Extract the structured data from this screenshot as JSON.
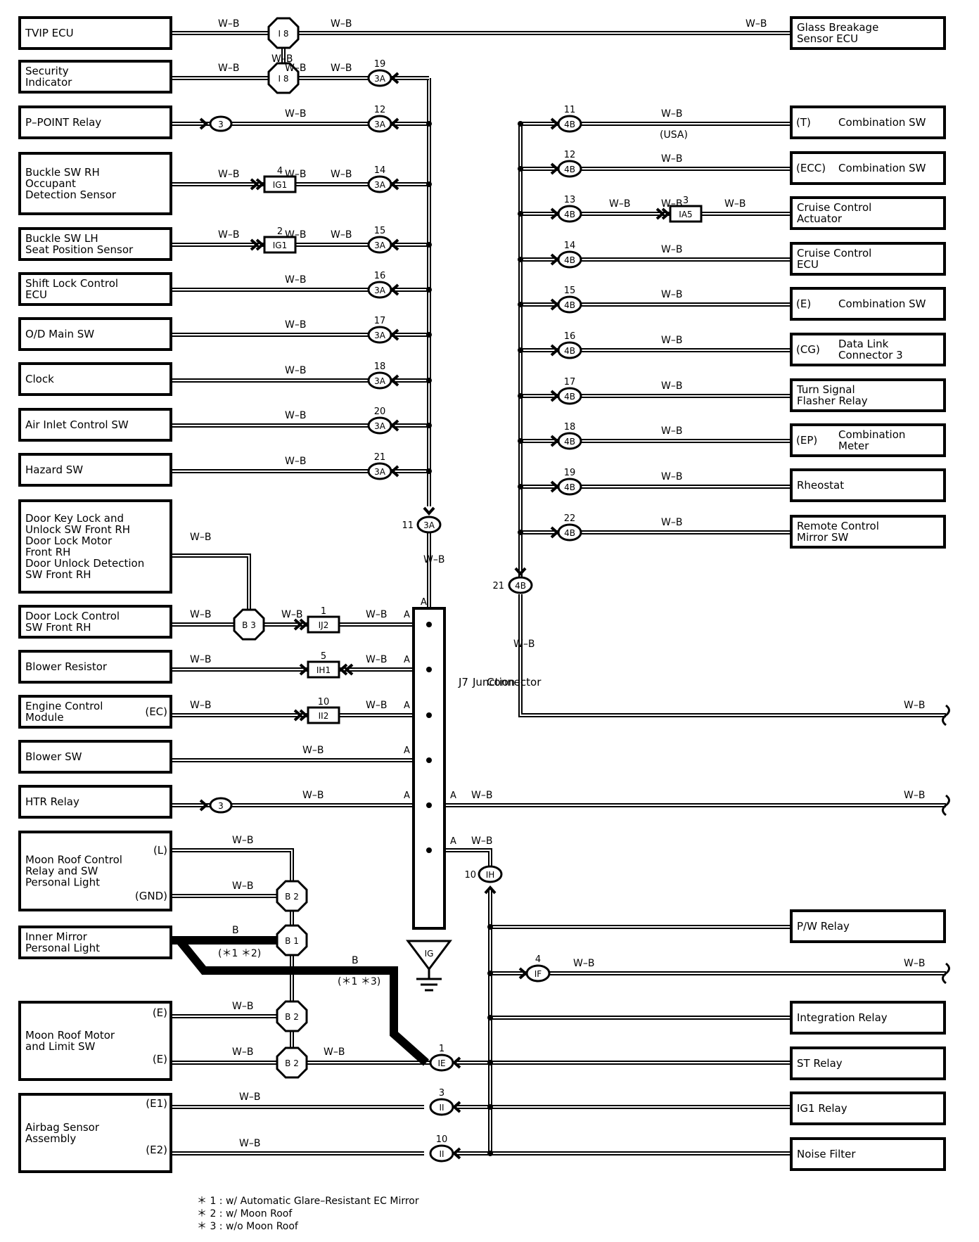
{
  "wire_code": "W–B",
  "ground_wire_code": "B",
  "left_components": [
    {
      "id": "tvip",
      "lines": [
        "TVIP ECU"
      ]
    },
    {
      "id": "security",
      "lines": [
        "Security",
        "Indicator"
      ]
    },
    {
      "id": "ppoint",
      "lines": [
        "P–POINT Relay"
      ]
    },
    {
      "id": "buckle_rh",
      "lines": [
        "Buckle SW RH",
        "Occupant",
        "Detection Sensor"
      ]
    },
    {
      "id": "buckle_lh",
      "lines": [
        "Buckle SW LH",
        "Seat Position Sensor"
      ]
    },
    {
      "id": "shiftlock",
      "lines": [
        "Shift Lock Control",
        "ECU"
      ]
    },
    {
      "id": "odmain",
      "lines": [
        "O/D Main SW"
      ]
    },
    {
      "id": "clock",
      "lines": [
        "Clock"
      ]
    },
    {
      "id": "airinlet",
      "lines": [
        "Air Inlet Control SW"
      ]
    },
    {
      "id": "hazard",
      "lines": [
        "Hazard SW"
      ]
    },
    {
      "id": "doorkey",
      "lines": [
        "Door Key Lock and",
        "Unlock SW Front RH",
        "Door Lock Motor",
        "Front RH",
        "Door Unlock Detection",
        "SW Front RH"
      ]
    },
    {
      "id": "doorlockctrl",
      "lines": [
        "Door Lock Control",
        "SW Front RH"
      ]
    },
    {
      "id": "blowerres",
      "lines": [
        "Blower Resistor"
      ]
    },
    {
      "id": "ecm",
      "lines": [
        "Engine Control",
        "Module"
      ],
      "pin": "(EC)"
    },
    {
      "id": "blowersw",
      "lines": [
        "Blower SW"
      ]
    },
    {
      "id": "htr",
      "lines": [
        "HTR Relay"
      ]
    },
    {
      "id": "moonroofctrl",
      "lines": [
        "Moon Roof Control",
        "Relay and SW",
        "Personal Light"
      ],
      "pins": [
        "(L)",
        "(GND)"
      ]
    },
    {
      "id": "innermirror",
      "lines": [
        "Inner Mirror",
        "Personal Light"
      ]
    },
    {
      "id": "moonroofmotor",
      "lines": [
        "Moon Roof Motor",
        "and Limit SW"
      ],
      "pins": [
        "(E)",
        "(E)"
      ]
    },
    {
      "id": "airbag",
      "lines": [
        "Airbag Sensor",
        "Assembly"
      ],
      "pins": [
        "(E1)",
        "(E2)"
      ]
    }
  ],
  "right_components": [
    {
      "id": "glass",
      "lines": [
        "Glass Breakage",
        "Sensor ECU"
      ]
    },
    {
      "id": "combo_t",
      "pin": "(T)",
      "lines": [
        "Combination SW"
      ]
    },
    {
      "id": "combo_ecc",
      "pin": "(ECC)",
      "lines": [
        "Combination SW"
      ]
    },
    {
      "id": "cruise_act",
      "lines": [
        "Cruise Control",
        "Actuator"
      ]
    },
    {
      "id": "cruise_ecu",
      "lines": [
        "Cruise Control",
        "ECU"
      ]
    },
    {
      "id": "combo_e",
      "pin": "(E)",
      "lines": [
        "Combination SW"
      ]
    },
    {
      "id": "dlc3",
      "pin": "(CG)",
      "lines": [
        "Data Link",
        "Connector 3"
      ]
    },
    {
      "id": "turnsignal",
      "lines": [
        "Turn Signal",
        "Flasher Relay"
      ]
    },
    {
      "id": "combometer",
      "pin": "(EP)",
      "lines": [
        "Combination",
        "Meter"
      ]
    },
    {
      "id": "rheostat",
      "lines": [
        "Rheostat"
      ]
    },
    {
      "id": "remotemirror",
      "lines": [
        "Remote Control",
        "Mirror SW"
      ]
    },
    {
      "id": "pw",
      "lines": [
        "P/W Relay"
      ]
    },
    {
      "id": "integration",
      "lines": [
        "Integration Relay"
      ]
    },
    {
      "id": "st",
      "lines": [
        "ST Relay"
      ]
    },
    {
      "id": "ig1",
      "lines": [
        "IG1 Relay"
      ]
    },
    {
      "id": "noise",
      "lines": [
        "Noise Filter"
      ]
    }
  ],
  "connectors_3A_pins": [
    "19",
    "12",
    "14",
    "15",
    "16",
    "17",
    "18",
    "20",
    "21"
  ],
  "connectors_4B_pins": [
    "11",
    "12",
    "13",
    "14",
    "15",
    "16",
    "17",
    "18",
    "19",
    "22"
  ],
  "connector_3A_out_pin": "11",
  "connector_4B_out_pin": "21",
  "usa_label": "(USA)",
  "connector_names": {
    "c3A": "3A",
    "c4B": "4B",
    "cI8": "I 8",
    "cB3": "B 3",
    "cB2": "B 2",
    "cB1": "B 1",
    "cIG1": "IG1",
    "cIA5": "IA5",
    "cIJ2": "IJ2",
    "cIH1": "IH1",
    "cII2": "II2",
    "cIH": "IH",
    "cIF": "IF",
    "cIE": "IE",
    "cII": "II",
    "c3": "3",
    "cIG": "IG"
  },
  "connector_pins": {
    "ig1_rh": "4",
    "ig1_lh": "2",
    "ia5": "3",
    "ij2": "1",
    "ih1": "5",
    "ii2": "10",
    "ih": "10",
    "if": "4",
    "ie": "1",
    "ii_e1": "3",
    "ii_e2": "10"
  },
  "junction_connector_label": [
    "J7",
    "Junction",
    "Connector"
  ],
  "junction_pin": "A",
  "footnotes": [
    "＊ 1 : w/ Automatic Glare–Resistant EC Mirror",
    "＊ 2 : w/ Moon Roof",
    "＊ 3 : w/o Moon Roof"
  ],
  "note_refs": [
    "(＊1 ＊2)",
    "(＊1 ＊3)"
  ]
}
